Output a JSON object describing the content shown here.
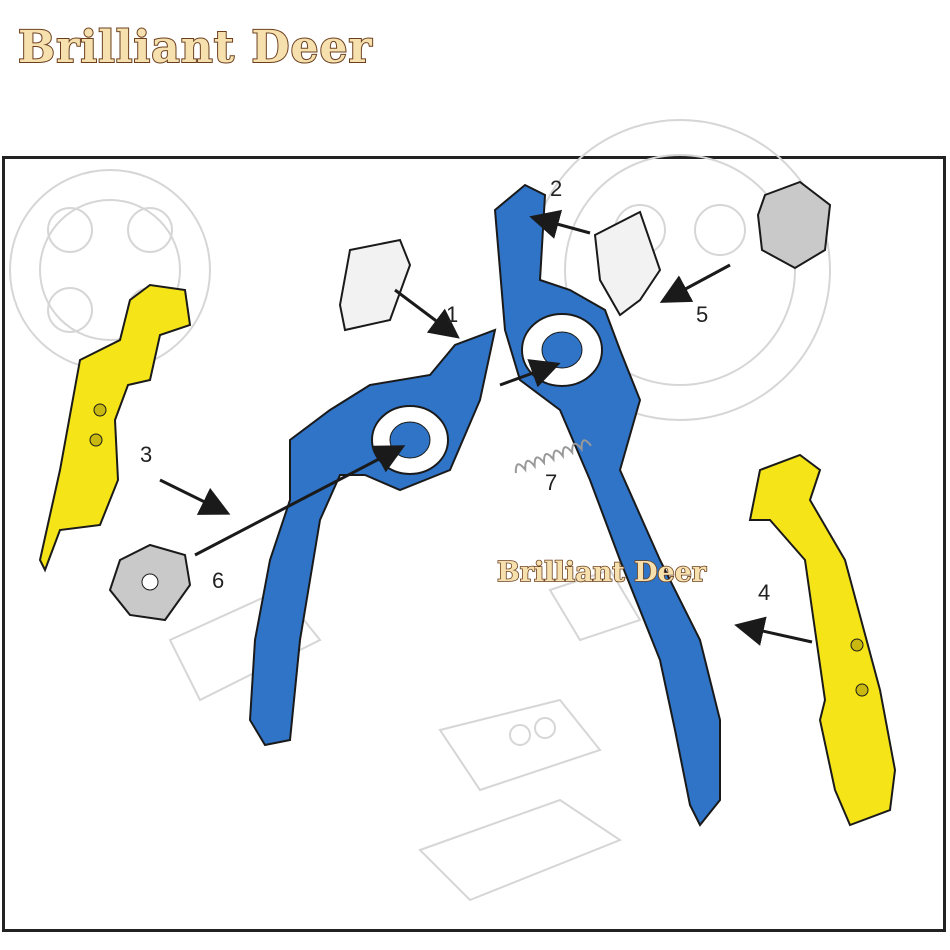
{
  "brand": {
    "logo_text": "Brilliant Deer",
    "watermark_text": "Brilliant Deer"
  },
  "callouts": [
    "1",
    "2",
    "3",
    "4",
    "5",
    "6",
    "7"
  ],
  "colors": {
    "blue_part": "#2f74c7",
    "yellow_part": "#f5e418",
    "grey_part": "#c9c9c9",
    "outline": "#1a1a1a",
    "background_sketch": "#d6d6d6"
  }
}
